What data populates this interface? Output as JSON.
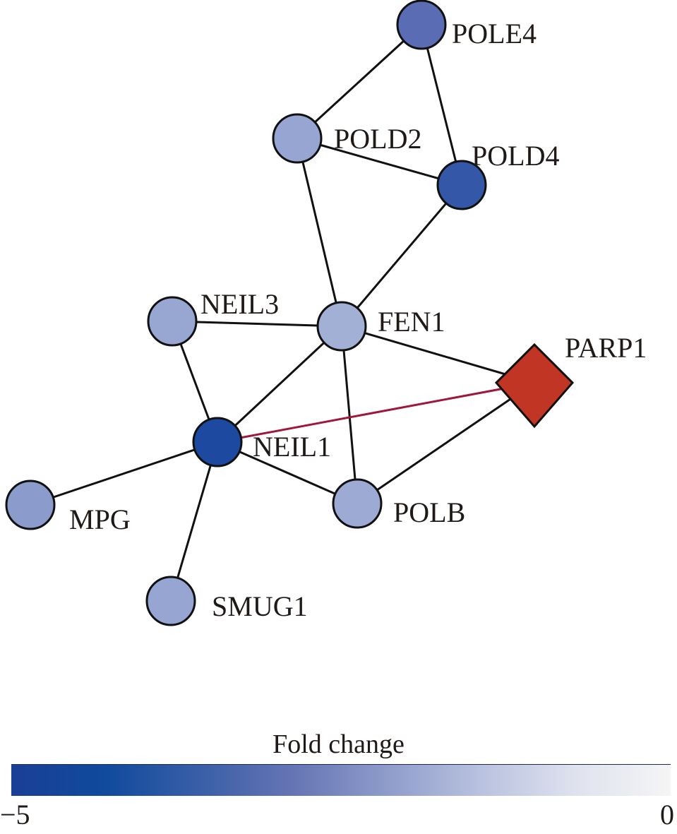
{
  "network": {
    "nodes": [
      {
        "id": "POLE4",
        "label": "POLE4",
        "shape": "circle",
        "color": "#5a6cb4"
      },
      {
        "id": "POLD2",
        "label": "POLD2",
        "shape": "circle",
        "color": "#96a5d1"
      },
      {
        "id": "POLD4",
        "label": "POLD4",
        "shape": "circle",
        "color": "#3557a8"
      },
      {
        "id": "NEIL3",
        "label": "NEIL3",
        "shape": "circle",
        "color": "#98a7d2"
      },
      {
        "id": "FEN1",
        "label": "FEN1",
        "shape": "circle",
        "color": "#a3b0d6"
      },
      {
        "id": "PARP1",
        "label": "PARP1",
        "shape": "diamond",
        "color": "#c03524"
      },
      {
        "id": "NEIL1",
        "label": "NEIL1",
        "shape": "circle",
        "color": "#1d4aa0"
      },
      {
        "id": "MPG",
        "label": "MPG",
        "shape": "circle",
        "color": "#8a9bcc"
      },
      {
        "id": "POLB",
        "label": "POLB",
        "shape": "circle",
        "color": "#9dabd4"
      },
      {
        "id": "SMUG1",
        "label": "SMUG1",
        "shape": "circle",
        "color": "#96a5d1"
      }
    ],
    "edges": [
      {
        "source": "POLE4",
        "target": "POLD2",
        "color": "#111111"
      },
      {
        "source": "POLE4",
        "target": "POLD4",
        "color": "#111111"
      },
      {
        "source": "POLD2",
        "target": "POLD4",
        "color": "#111111"
      },
      {
        "source": "POLD2",
        "target": "FEN1",
        "color": "#111111"
      },
      {
        "source": "POLD4",
        "target": "FEN1",
        "color": "#111111"
      },
      {
        "source": "NEIL3",
        "target": "FEN1",
        "color": "#111111"
      },
      {
        "source": "NEIL3",
        "target": "NEIL1",
        "color": "#111111"
      },
      {
        "source": "FEN1",
        "target": "NEIL1",
        "color": "#111111"
      },
      {
        "source": "FEN1",
        "target": "PARP1",
        "color": "#111111"
      },
      {
        "source": "FEN1",
        "target": "POLB",
        "color": "#111111"
      },
      {
        "source": "NEIL1",
        "target": "PARP1",
        "color": "#a0173a"
      },
      {
        "source": "NEIL1",
        "target": "POLB",
        "color": "#111111"
      },
      {
        "source": "NEIL1",
        "target": "MPG",
        "color": "#111111"
      },
      {
        "source": "NEIL1",
        "target": "SMUG1",
        "color": "#111111"
      },
      {
        "source": "POLB",
        "target": "PARP1",
        "color": "#111111"
      }
    ]
  },
  "legend": {
    "title": "Fold change",
    "min_label": "−5",
    "max_label": "0",
    "min_value": -5,
    "max_value": 0,
    "gradient": [
      "#1a3f96",
      "#0f4a9c",
      "#3b5fa8",
      "#6675b4",
      "#8e9ccb",
      "#b8c1de",
      "#e0e3ef",
      "#f5f5f5"
    ]
  }
}
